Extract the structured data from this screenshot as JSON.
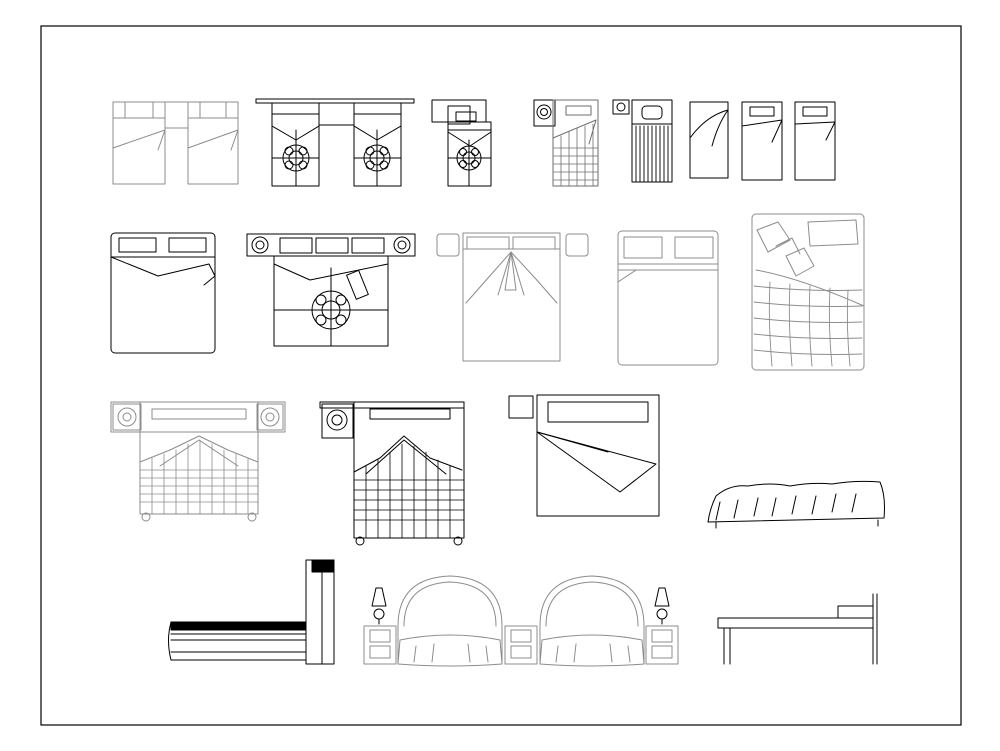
{
  "sheet": {
    "type": "cad-block-library",
    "subject": "bed-blocks",
    "colors": {
      "ink": "#000000",
      "light_ink": "#8c8c8c",
      "paper": "#ffffff"
    },
    "rows": [
      {
        "name": "plan-row-1",
        "symbols": [
          "twin-beds-pair-light",
          "twin-beds-with-headboard-and-rugs",
          "single-bed-with-nightstands",
          "single-bed-quilted-with-side-table",
          "single-bed-striped-quilt",
          "single-bed-folded-sheet",
          "single-bed-pillow-a",
          "single-bed-pillow-b"
        ]
      },
      {
        "name": "plan-row-2",
        "symbols": [
          "double-bed-two-pillows",
          "king-bed-with-rug-and-nightstands",
          "queen-bed-draped-light",
          "double-bed-plain-light",
          "double-bed-quilted-cushions"
        ]
      },
      {
        "name": "plan-row-3",
        "symbols": [
          "double-bed-quilted-with-nightstands",
          "double-bed-quilted-one-nightstand",
          "double-bed-folded-sheet-with-table",
          "bed-side-elevation-draped"
        ]
      },
      {
        "name": "elevation-row-4",
        "symbols": [
          "platform-bed-side-elevation",
          "twin-beds-front-elevation-with-lamps",
          "bed-side-elevation-simple"
        ]
      }
    ]
  }
}
